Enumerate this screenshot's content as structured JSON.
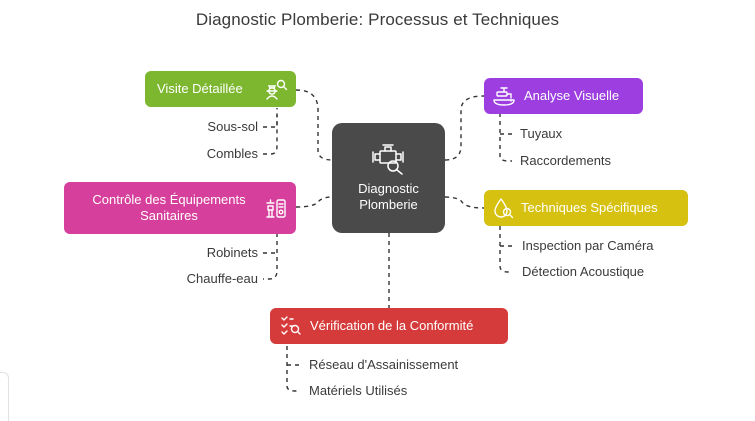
{
  "title": "Diagnostic Plomberie: Processus et Techniques",
  "center": {
    "line1": "Diagnostic",
    "line2": "Plomberie"
  },
  "colors": {
    "green": "#7cb72f",
    "purple": "#9c3ee0",
    "pink": "#d63f9b",
    "yellow": "#d6c010",
    "red": "#d63b3b",
    "center": "#4a4a4a",
    "connector": "#333333"
  },
  "branches": {
    "visite": {
      "label": "Visite Détaillée",
      "icon": "inspector-icon",
      "items": [
        "Sous-sol",
        "Combles"
      ]
    },
    "analyse": {
      "label": "Analyse Visuelle",
      "icon": "faucet-icon",
      "items": [
        "Tuyaux",
        "Raccordements"
      ]
    },
    "controle": {
      "label_line1": "Contrôle des Équipements",
      "label_line2": "Sanitaires",
      "icon": "equipment-icon",
      "items": [
        "Robinets",
        "Chauffe-eau"
      ]
    },
    "techniques": {
      "label": "Techniques Spécifiques",
      "icon": "water-drop-icon",
      "items": [
        "Inspection par Caméra",
        "Détection Acoustique"
      ]
    },
    "verification": {
      "label": "Vérification de la Conformité",
      "icon": "checklist-icon",
      "items": [
        "Réseau d'Assainissement",
        "Matériels Utilisés"
      ]
    }
  }
}
